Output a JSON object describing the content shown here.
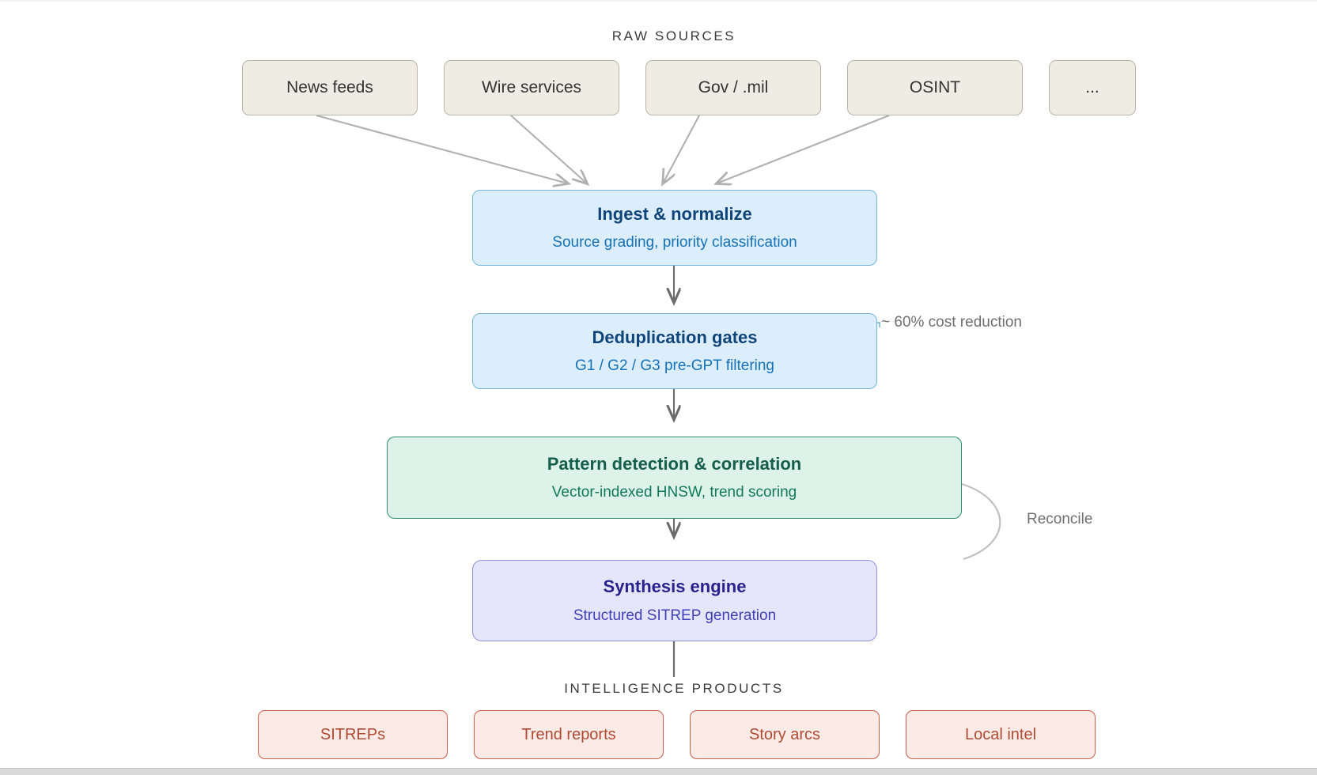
{
  "diagram": {
    "sections": {
      "raw_sources_label": "RAW SOURCES",
      "intelligence_products_label": "INTELLIGENCE PRODUCTS"
    },
    "sources": [
      {
        "label": "News feeds"
      },
      {
        "label": "Wire services"
      },
      {
        "label": "Gov / .mil"
      },
      {
        "label": "OSINT"
      },
      {
        "label": "..."
      }
    ],
    "stages": [
      {
        "id": "ingest",
        "title": "Ingest & normalize",
        "subtitle": "Source grading, priority classification",
        "color": "#dceefb",
        "border_color": "#72b4dd",
        "title_color": "#10457a",
        "subtitle_color": "#1572b8"
      },
      {
        "id": "dedup",
        "title": "Deduplication gates",
        "subtitle": "G1 / G2 / G3 pre-GPT filtering",
        "color": "#dceefb",
        "border_color": "#72b4dd",
        "title_color": "#10457a",
        "subtitle_color": "#1572b8"
      },
      {
        "id": "pattern",
        "title": "Pattern detection & correlation",
        "subtitle": "Vector-indexed HNSW, trend scoring",
        "color": "#ddf2e8",
        "border_color": "#2f8f74",
        "title_color": "#155e4d",
        "subtitle_color": "#12795f"
      },
      {
        "id": "synthesis",
        "title": "Synthesis engine",
        "subtitle": "Structured SITREP generation",
        "color": "#e6e6fb",
        "border_color": "#8f8fe0",
        "title_color": "#26238c",
        "subtitle_color": "#4040b8"
      }
    ],
    "annotations": [
      {
        "id": "cost",
        "text": "~ 60% cost reduction"
      },
      {
        "id": "reconcile",
        "text": "Reconcile"
      }
    ],
    "outputs": [
      {
        "label": "SITREPs"
      },
      {
        "label": "Trend reports"
      },
      {
        "label": "Story arcs"
      },
      {
        "label": "Local intel"
      }
    ],
    "colors": {
      "source_fill": "#efece4",
      "source_border": "#b9b4a6",
      "output_fill": "#fbeae6",
      "output_border": "#c9614a",
      "output_text": "#b04a33",
      "edge": "#b0b0b0",
      "edge_dark": "#6b6b6b",
      "label_text": "#3a3a3a",
      "annotation_text": "#6f6f6f"
    }
  }
}
